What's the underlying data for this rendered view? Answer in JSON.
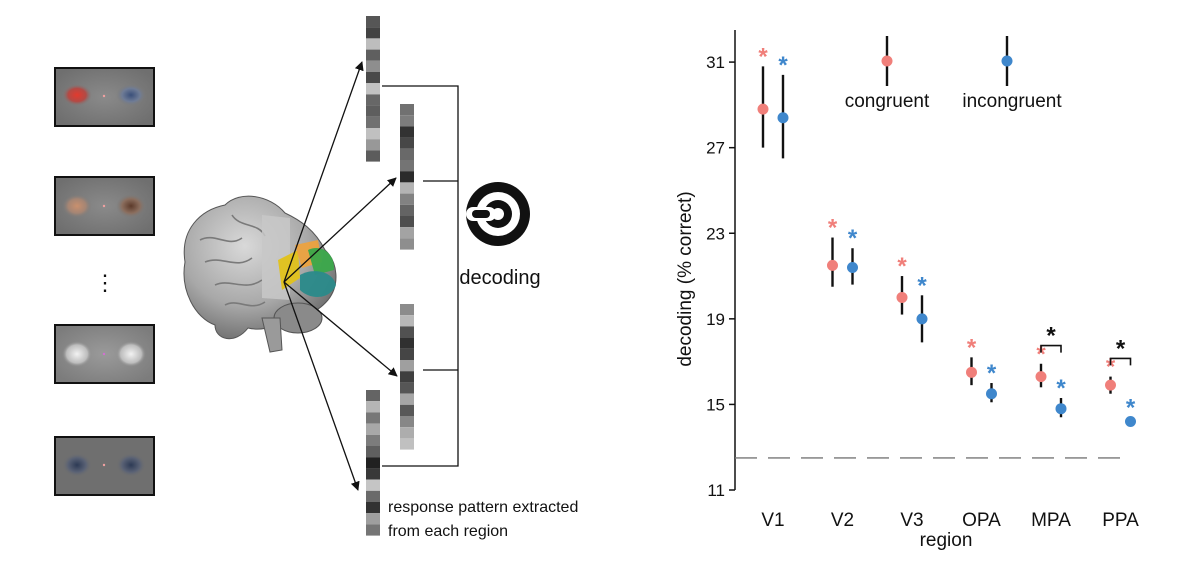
{
  "diagram": {
    "ellipsis": "⋮",
    "decoding_label": "decoding",
    "caption_line1": "response pattern extracted",
    "caption_line2": "from each region"
  },
  "chart_data": {
    "type": "scatter",
    "xlabel": "region",
    "ylabel": "decoding (% correct)",
    "categories": [
      "V1",
      "V2",
      "V3",
      "OPA",
      "MPA",
      "PPA"
    ],
    "ylim": [
      11,
      32.5
    ],
    "yticks": [
      11,
      15,
      19,
      23,
      27,
      31
    ],
    "chance_level": 12.5,
    "series": [
      {
        "name": "congruent",
        "color": "#f07f7a",
        "values": [
          28.8,
          21.5,
          20.0,
          16.5,
          16.3,
          15.9
        ],
        "err_low": [
          27.0,
          20.5,
          19.2,
          15.9,
          15.8,
          15.5
        ],
        "err_high": [
          30.8,
          22.8,
          21.0,
          17.2,
          16.9,
          16.3
        ],
        "significant": [
          true,
          true,
          true,
          true,
          true,
          true
        ]
      },
      {
        "name": "incongruent",
        "color": "#3f87cc",
        "values": [
          28.4,
          21.4,
          19.0,
          15.5,
          14.8,
          14.2
        ],
        "err_low": [
          26.5,
          20.6,
          17.9,
          15.1,
          14.4,
          14.0
        ],
        "err_high": [
          30.4,
          22.3,
          20.1,
          16.0,
          15.3,
          14.4
        ],
        "significant": [
          true,
          true,
          true,
          true,
          true,
          true
        ]
      }
    ],
    "comparisons": [
      {
        "region": "MPA",
        "label": "*"
      },
      {
        "region": "PPA",
        "label": "*"
      }
    ],
    "significance_marker": "*",
    "legend": {
      "placement": "top",
      "items": [
        "congruent",
        "incongruent"
      ]
    }
  }
}
